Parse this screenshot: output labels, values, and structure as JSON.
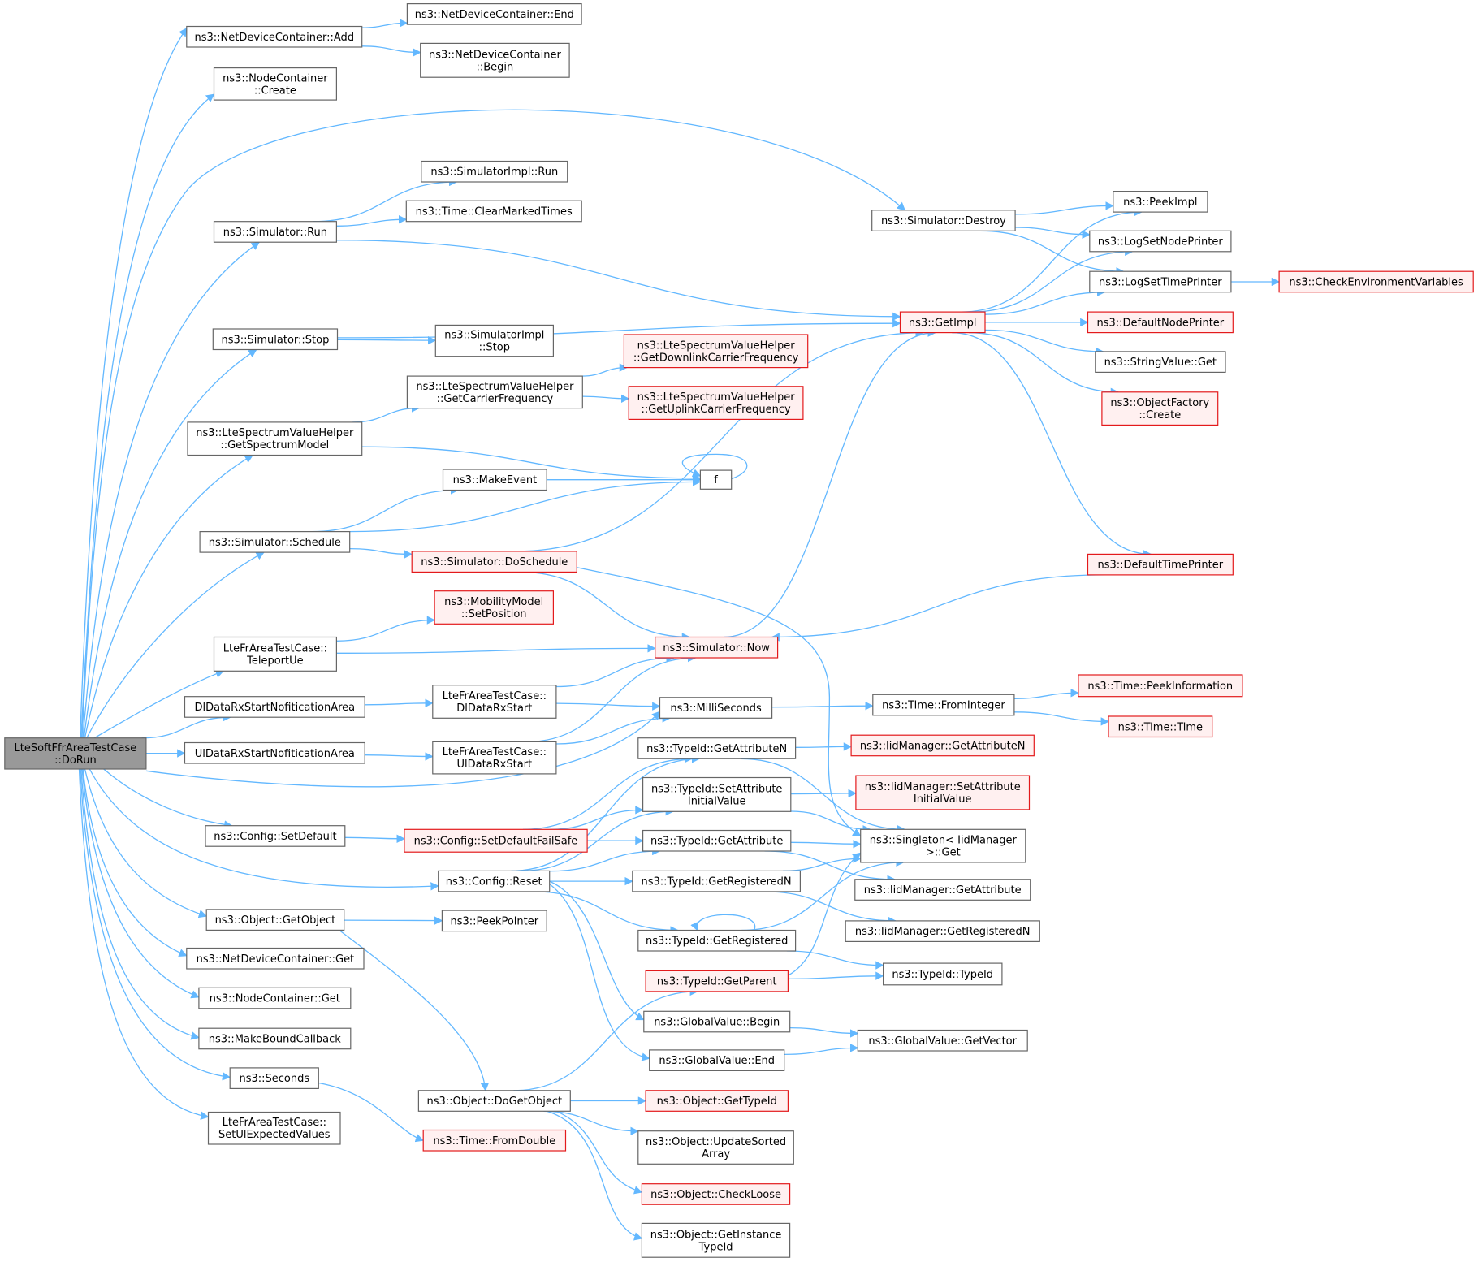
{
  "diagram": {
    "edge_color": "#63b8ff",
    "node_border_color": "#666666",
    "highlight_border_color": "#e31a1c",
    "highlight_fill_color": "#fff0f0",
    "root_fill_color": "#999999",
    "nodes": [
      {
        "id": "root",
        "lines": [
          "LteSoftFfrAreaTestCase",
          "::DoRun"
        ],
        "style": "root"
      },
      {
        "id": "ndcAdd",
        "lines": [
          "ns3::NetDeviceContainer::Add"
        ],
        "style": "normal"
      },
      {
        "id": "ndcEnd",
        "lines": [
          "ns3::NetDeviceContainer::End"
        ],
        "style": "normal"
      },
      {
        "id": "ndcBegin",
        "lines": [
          "ns3::NetDeviceContainer",
          "::Begin"
        ],
        "style": "normal"
      },
      {
        "id": "ncCreate",
        "lines": [
          "ns3::NodeContainer",
          "::Create"
        ],
        "style": "normal"
      },
      {
        "id": "simImplRun",
        "lines": [
          "ns3::SimulatorImpl::Run"
        ],
        "style": "normal"
      },
      {
        "id": "simRun",
        "lines": [
          "ns3::Simulator::Run"
        ],
        "style": "normal"
      },
      {
        "id": "clearMarked",
        "lines": [
          "ns3::Time::ClearMarkedTimes"
        ],
        "style": "normal"
      },
      {
        "id": "simDestroy",
        "lines": [
          "ns3::Simulator::Destroy"
        ],
        "style": "normal"
      },
      {
        "id": "peekImpl",
        "lines": [
          "ns3::PeekImpl"
        ],
        "style": "normal"
      },
      {
        "id": "logNode",
        "lines": [
          "ns3::LogSetNodePrinter"
        ],
        "style": "normal"
      },
      {
        "id": "logTime",
        "lines": [
          "ns3::LogSetTimePrinter"
        ],
        "style": "normal"
      },
      {
        "id": "checkEnv",
        "lines": [
          "ns3::CheckEnvironmentVariables"
        ],
        "style": "red"
      },
      {
        "id": "getImpl",
        "lines": [
          "ns3::GetImpl"
        ],
        "style": "red"
      },
      {
        "id": "defNodePrinter",
        "lines": [
          "ns3::DefaultNodePrinter"
        ],
        "style": "red"
      },
      {
        "id": "strValGet",
        "lines": [
          "ns3::StringValue::Get"
        ],
        "style": "normal"
      },
      {
        "id": "objFactoryCreate",
        "lines": [
          "ns3::ObjectFactory",
          "::Create"
        ],
        "style": "red"
      },
      {
        "id": "simStop",
        "lines": [
          "ns3::Simulator::Stop"
        ],
        "style": "normal"
      },
      {
        "id": "simImplStop",
        "lines": [
          "ns3::SimulatorImpl",
          "::Stop"
        ],
        "style": "normal"
      },
      {
        "id": "getDlFreq",
        "lines": [
          "ns3::LteSpectrumValueHelper",
          "::GetDownlinkCarrierFrequency"
        ],
        "style": "red"
      },
      {
        "id": "getCarrierFreq",
        "lines": [
          "ns3::LteSpectrumValueHelper",
          "::GetCarrierFrequency"
        ],
        "style": "normal"
      },
      {
        "id": "getUlFreq",
        "lines": [
          "ns3::LteSpectrumValueHelper",
          "::GetUplinkCarrierFrequency"
        ],
        "style": "red"
      },
      {
        "id": "getSpecModel",
        "lines": [
          "ns3::LteSpectrumValueHelper",
          "::GetSpectrumModel"
        ],
        "style": "normal"
      },
      {
        "id": "f",
        "lines": [
          "f"
        ],
        "style": "normal"
      },
      {
        "id": "makeEvent",
        "lines": [
          "ns3::MakeEvent"
        ],
        "style": "normal"
      },
      {
        "id": "simSchedule",
        "lines": [
          "ns3::Simulator::Schedule"
        ],
        "style": "normal"
      },
      {
        "id": "simDoSchedule",
        "lines": [
          "ns3::Simulator::DoSchedule"
        ],
        "style": "red"
      },
      {
        "id": "defTimePrinter",
        "lines": [
          "ns3::DefaultTimePrinter"
        ],
        "style": "red"
      },
      {
        "id": "mobSetPos",
        "lines": [
          "ns3::MobilityModel",
          "::SetPosition"
        ],
        "style": "red"
      },
      {
        "id": "teleportUe",
        "lines": [
          "LteFrAreaTestCase::",
          "TeleportUe"
        ],
        "style": "normal"
      },
      {
        "id": "simNow",
        "lines": [
          "ns3::Simulator::Now"
        ],
        "style": "red"
      },
      {
        "id": "timePeekInfo",
        "lines": [
          "ns3::Time::PeekInformation"
        ],
        "style": "red"
      },
      {
        "id": "dlNotif",
        "lines": [
          "DlDataRxStartNofiticationArea"
        ],
        "style": "normal"
      },
      {
        "id": "dlRxStart",
        "lines": [
          "LteFrAreaTestCase::",
          "DlDataRxStart"
        ],
        "style": "normal"
      },
      {
        "id": "milliSec",
        "lines": [
          "ns3::MilliSeconds"
        ],
        "style": "normal"
      },
      {
        "id": "timeFromInt",
        "lines": [
          "ns3::Time::FromInteger"
        ],
        "style": "normal"
      },
      {
        "id": "timeTime",
        "lines": [
          "ns3::Time::Time"
        ],
        "style": "red"
      },
      {
        "id": "ulNotif",
        "lines": [
          "UlDataRxStartNofiticationArea"
        ],
        "style": "normal"
      },
      {
        "id": "ulRxStart",
        "lines": [
          "LteFrAreaTestCase::",
          "UlDataRxStart"
        ],
        "style": "normal"
      },
      {
        "id": "getAttrN",
        "lines": [
          "ns3::TypeId::GetAttributeN"
        ],
        "style": "normal"
      },
      {
        "id": "iidGetAttrN",
        "lines": [
          "ns3::IidManager::GetAttributeN"
        ],
        "style": "red"
      },
      {
        "id": "setAttrInit",
        "lines": [
          "ns3::TypeId::SetAttribute",
          "InitialValue"
        ],
        "style": "normal"
      },
      {
        "id": "iidSetAttrInit",
        "lines": [
          "ns3::IidManager::SetAttribute",
          "InitialValue"
        ],
        "style": "red"
      },
      {
        "id": "cfgSetDefault",
        "lines": [
          "ns3::Config::SetDefault"
        ],
        "style": "normal"
      },
      {
        "id": "cfgSetDefFS",
        "lines": [
          "ns3::Config::SetDefaultFailSafe"
        ],
        "style": "red"
      },
      {
        "id": "getAttr",
        "lines": [
          "ns3::TypeId::GetAttribute"
        ],
        "style": "normal"
      },
      {
        "id": "singletonGet",
        "lines": [
          "ns3::Singleton< IidManager",
          ">::Get"
        ],
        "style": "normal"
      },
      {
        "id": "cfgReset",
        "lines": [
          "ns3::Config::Reset"
        ],
        "style": "normal"
      },
      {
        "id": "getRegN",
        "lines": [
          "ns3::TypeId::GetRegisteredN"
        ],
        "style": "normal"
      },
      {
        "id": "iidGetAttr",
        "lines": [
          "ns3::IidManager::GetAttribute"
        ],
        "style": "normal"
      },
      {
        "id": "objGetObject",
        "lines": [
          "ns3::Object::GetObject"
        ],
        "style": "normal"
      },
      {
        "id": "peekPointer",
        "lines": [
          "ns3::PeekPointer"
        ],
        "style": "normal"
      },
      {
        "id": "iidGetRegN",
        "lines": [
          "ns3::IidManager::GetRegisteredN"
        ],
        "style": "normal"
      },
      {
        "id": "getReg",
        "lines": [
          "ns3::TypeId::GetRegistered"
        ],
        "style": "normal"
      },
      {
        "id": "ndcGet",
        "lines": [
          "ns3::NetDeviceContainer::Get"
        ],
        "style": "normal"
      },
      {
        "id": "typeIdTypeId",
        "lines": [
          "ns3::TypeId::TypeId"
        ],
        "style": "normal"
      },
      {
        "id": "getParent",
        "lines": [
          "ns3::TypeId::GetParent"
        ],
        "style": "red"
      },
      {
        "id": "ncGet",
        "lines": [
          "ns3::NodeContainer::Get"
        ],
        "style": "normal"
      },
      {
        "id": "gvBegin",
        "lines": [
          "ns3::GlobalValue::Begin"
        ],
        "style": "normal"
      },
      {
        "id": "makeBound",
        "lines": [
          "ns3::MakeBoundCallback"
        ],
        "style": "normal"
      },
      {
        "id": "gvGetVector",
        "lines": [
          "ns3::GlobalValue::GetVector"
        ],
        "style": "normal"
      },
      {
        "id": "gvEnd",
        "lines": [
          "ns3::GlobalValue::End"
        ],
        "style": "normal"
      },
      {
        "id": "seconds",
        "lines": [
          "ns3::Seconds"
        ],
        "style": "normal"
      },
      {
        "id": "doGetObject",
        "lines": [
          "ns3::Object::DoGetObject"
        ],
        "style": "normal"
      },
      {
        "id": "objGetTypeId",
        "lines": [
          "ns3::Object::GetTypeId"
        ],
        "style": "red"
      },
      {
        "id": "setUlExp",
        "lines": [
          "LteFrAreaTestCase::",
          "SetUlExpectedValues"
        ],
        "style": "normal"
      },
      {
        "id": "timeFromDouble",
        "lines": [
          "ns3::Time::FromDouble"
        ],
        "style": "red"
      },
      {
        "id": "objUpdSorted",
        "lines": [
          "ns3::Object::UpdateSorted",
          "Array"
        ],
        "style": "normal"
      },
      {
        "id": "objCheckLoose",
        "lines": [
          "ns3::Object::CheckLoose"
        ],
        "style": "red"
      },
      {
        "id": "objGetInst",
        "lines": [
          "ns3::Object::GetInstance",
          "TypeId"
        ],
        "style": "normal"
      }
    ],
    "edges": [
      [
        "root",
        "ndcAdd"
      ],
      [
        "root",
        "ncCreate"
      ],
      [
        "root",
        "simDestroy"
      ],
      [
        "root",
        "simRun"
      ],
      [
        "root",
        "simStop"
      ],
      [
        "root",
        "getSpecModel"
      ],
      [
        "root",
        "simSchedule"
      ],
      [
        "root",
        "teleportUe"
      ],
      [
        "root",
        "dlNotif"
      ],
      [
        "root",
        "ulNotif"
      ],
      [
        "root",
        "milliSec"
      ],
      [
        "root",
        "cfgSetDefault"
      ],
      [
        "root",
        "cfgReset"
      ],
      [
        "root",
        "objGetObject"
      ],
      [
        "root",
        "ndcGet"
      ],
      [
        "root",
        "ncGet"
      ],
      [
        "root",
        "makeBound"
      ],
      [
        "root",
        "seconds"
      ],
      [
        "root",
        "setUlExp"
      ],
      [
        "ndcAdd",
        "ndcEnd"
      ],
      [
        "ndcAdd",
        "ndcBegin"
      ],
      [
        "simRun",
        "simImplRun"
      ],
      [
        "simRun",
        "clearMarked"
      ],
      [
        "simRun",
        "getImpl"
      ],
      [
        "simDestroy",
        "peekImpl"
      ],
      [
        "simDestroy",
        "logNode"
      ],
      [
        "simDestroy",
        "logTime"
      ],
      [
        "logTime",
        "checkEnv"
      ],
      [
        "getImpl",
        "peekImpl"
      ],
      [
        "getImpl",
        "logNode"
      ],
      [
        "getImpl",
        "logTime"
      ],
      [
        "getImpl",
        "defNodePrinter"
      ],
      [
        "getImpl",
        "strValGet"
      ],
      [
        "getImpl",
        "objFactoryCreate"
      ],
      [
        "getImpl",
        "defTimePrinter"
      ],
      [
        "simStop",
        "getImpl"
      ],
      [
        "simStop",
        "simImplStop"
      ],
      [
        "getCarrierFreq",
        "getDlFreq"
      ],
      [
        "getCarrierFreq",
        "getUlFreq"
      ],
      [
        "getSpecModel",
        "getCarrierFreq"
      ],
      [
        "getSpecModel",
        "f"
      ],
      [
        "f",
        "f"
      ],
      [
        "simSchedule",
        "makeEvent"
      ],
      [
        "simSchedule",
        "f"
      ],
      [
        "simSchedule",
        "simDoSchedule"
      ],
      [
        "makeEvent",
        "f"
      ],
      [
        "simDoSchedule",
        "getImpl"
      ],
      [
        "simDoSchedule",
        "simNow"
      ],
      [
        "simDoSchedule",
        "singletonGet"
      ],
      [
        "defTimePrinter",
        "simNow"
      ],
      [
        "simNow",
        "getImpl"
      ],
      [
        "teleportUe",
        "mobSetPos"
      ],
      [
        "teleportUe",
        "simNow"
      ],
      [
        "dlNotif",
        "dlRxStart"
      ],
      [
        "dlRxStart",
        "simNow"
      ],
      [
        "dlRxStart",
        "milliSec"
      ],
      [
        "ulNotif",
        "ulRxStart"
      ],
      [
        "ulRxStart",
        "simNow"
      ],
      [
        "ulRxStart",
        "milliSec"
      ],
      [
        "milliSec",
        "timeFromInt"
      ],
      [
        "timeFromInt",
        "timePeekInfo"
      ],
      [
        "timeFromInt",
        "timeTime"
      ],
      [
        "getAttrN",
        "iidGetAttrN"
      ],
      [
        "getAttrN",
        "singletonGet"
      ],
      [
        "setAttrInit",
        "iidSetAttrInit"
      ],
      [
        "setAttrInit",
        "singletonGet"
      ],
      [
        "cfgSetDefault",
        "cfgSetDefFS"
      ],
      [
        "cfgSetDefFS",
        "getAttrN"
      ],
      [
        "cfgSetDefFS",
        "setAttrInit"
      ],
      [
        "cfgSetDefFS",
        "getAttr"
      ],
      [
        "getAttr",
        "singletonGet"
      ],
      [
        "getAttr",
        "iidGetAttr"
      ],
      [
        "cfgReset",
        "getAttrN"
      ],
      [
        "cfgReset",
        "setAttrInit"
      ],
      [
        "cfgReset",
        "getAttr"
      ],
      [
        "cfgReset",
        "getRegN"
      ],
      [
        "cfgReset",
        "getReg"
      ],
      [
        "cfgReset",
        "gvBegin"
      ],
      [
        "cfgReset",
        "gvEnd"
      ],
      [
        "getRegN",
        "singletonGet"
      ],
      [
        "getRegN",
        "iidGetRegN"
      ],
      [
        "getReg",
        "getReg"
      ],
      [
        "getReg",
        "singletonGet"
      ],
      [
        "getReg",
        "typeIdTypeId"
      ],
      [
        "getParent",
        "singletonGet"
      ],
      [
        "getParent",
        "typeIdTypeId"
      ],
      [
        "gvBegin",
        "gvGetVector"
      ],
      [
        "gvEnd",
        "gvGetVector"
      ],
      [
        "objGetObject",
        "peekPointer"
      ],
      [
        "objGetObject",
        "doGetObject"
      ],
      [
        "doGetObject",
        "getParent"
      ],
      [
        "doGetObject",
        "objGetTypeId"
      ],
      [
        "doGetObject",
        "objUpdSorted"
      ],
      [
        "doGetObject",
        "objCheckLoose"
      ],
      [
        "doGetObject",
        "objGetInst"
      ],
      [
        "seconds",
        "timeFromDouble"
      ]
    ]
  }
}
